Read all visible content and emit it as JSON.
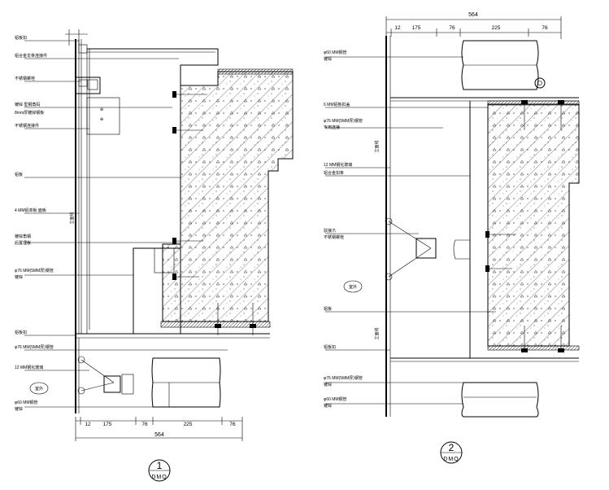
{
  "detail_1": {
    "labels": [
      "铝板扣",
      "铝合金龙骨连接件",
      "不锈钢螺栓",
      "镀锌 型钢角码",
      "8mm厚镀锌钢板",
      "不锈钢连接件",
      "铝板",
      "4 MM铝单板 面板",
      "镀锌角钢",
      "后置埋板",
      "φ76 MM(5MM厚)钢管",
      "镀锌",
      "铝板扣",
      "φ76 MM(5MM厚)钢管",
      "12 MM钢化玻璃",
      "φ60 MM钢管",
      "镀锌"
    ],
    "outdoor_tag": "室外",
    "vertical_note": "立面线",
    "dims": [
      "12",
      "175",
      "76",
      "225",
      "76"
    ],
    "total": "564",
    "bubble": {
      "number": "1",
      "code": "DMQ"
    }
  },
  "detail_2": {
    "labels": [
      "φ60 MM钢管",
      "镀锌",
      "6 MM铝板扣盖",
      "φ76 MM(5MM厚)钢管",
      "专用连接",
      "12 MM钢化玻璃",
      "铝合金扣条",
      "驳接爪",
      "不锈钢螺栓",
      "铝板",
      "铝板扣",
      "φ76 MM(5MM厚)钢管",
      "镀锌",
      "φ60 MM钢管",
      "镀锌"
    ],
    "outdoor_tag": "室外",
    "vertical_note_upper": "立面线",
    "vertical_note_lower": "立面线",
    "dims": [
      "12",
      "175",
      "76",
      "225",
      "76"
    ],
    "total": "564",
    "bubble": {
      "number": "2",
      "code": "DMQ"
    }
  }
}
